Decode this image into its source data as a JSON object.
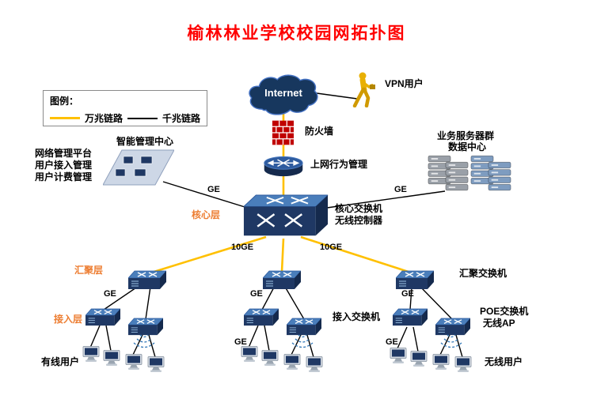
{
  "title": "榆林林业学校校园网拓扑图",
  "legend": {
    "title": "图例：",
    "items": [
      {
        "label": "万兆链路",
        "color": "#FFC000"
      },
      {
        "label": "千兆链路",
        "color": "#000000"
      }
    ]
  },
  "labels": {
    "ge": "GE",
    "ten_ge": "10GE"
  },
  "nodes": {
    "internet": {
      "label": "Internet"
    },
    "vpn_user": {
      "label": "VPN用户"
    },
    "firewall": {
      "label": "防火墙"
    },
    "behavior_mgmt": {
      "label": "上网行为管理"
    },
    "smart_center": {
      "label": "智能管理中心"
    },
    "mgmt_platform": {
      "line1": "网络管理平台",
      "line2": "用户接入管理",
      "line3": "用户计费管理"
    },
    "server_group": {
      "line1": "业务服务器群",
      "line2": "数据中心"
    },
    "core": {
      "layer": "核心层",
      "line1": "核心交换机",
      "line2": "无线控制器"
    },
    "aggregation": {
      "layer": "汇聚层",
      "label": "汇聚交换机"
    },
    "access": {
      "layer": "接入层",
      "label": "接入交换机",
      "poe_line1": "POE交换机",
      "poe_line2": "无线AP"
    },
    "users": {
      "wired": "有线用户",
      "wireless": "无线用户"
    }
  },
  "colors": {
    "title": "#FF0000",
    "layer_label": "#ED7D31",
    "link_10g": "#FFC000",
    "link_1g": "#000000",
    "device": "#1F3864"
  }
}
